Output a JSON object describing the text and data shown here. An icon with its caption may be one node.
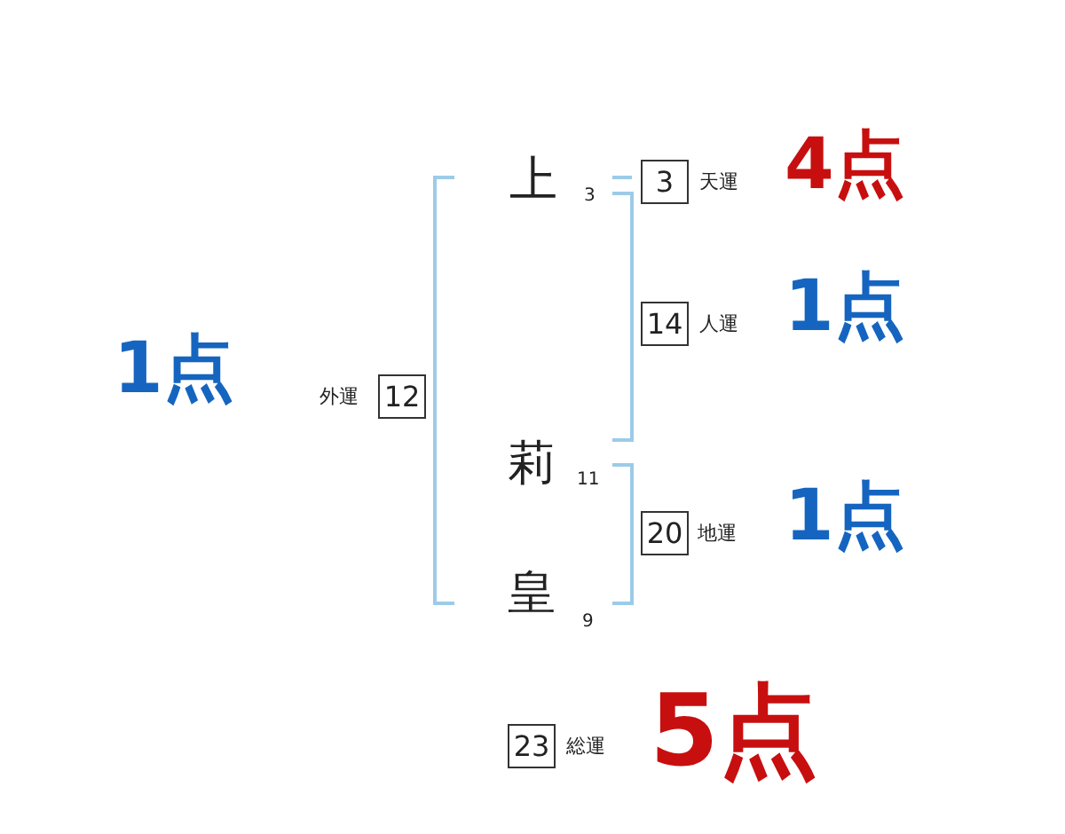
{
  "diagram": {
    "nodes": [
      {
        "text": [
          "3"
        ],
        "beside": [
          "天運",
          "4点"
        ]
      },
      {
        "text": [
          "14"
        ],
        "beside": [
          "人運",
          "1点"
        ]
      },
      {
        "text": [
          "12"
        ],
        "beside": [
          "1点",
          "外運"
        ]
      },
      {
        "text": [
          "20"
        ],
        "beside": [
          "地運",
          "1点"
        ]
      },
      {
        "text": [
          "23"
        ],
        "beside": [
          "総運",
          "5点"
        ]
      }
    ],
    "labels": [
      "上",
      "3",
      "莉",
      "11",
      "皇",
      "9"
    ]
  }
}
